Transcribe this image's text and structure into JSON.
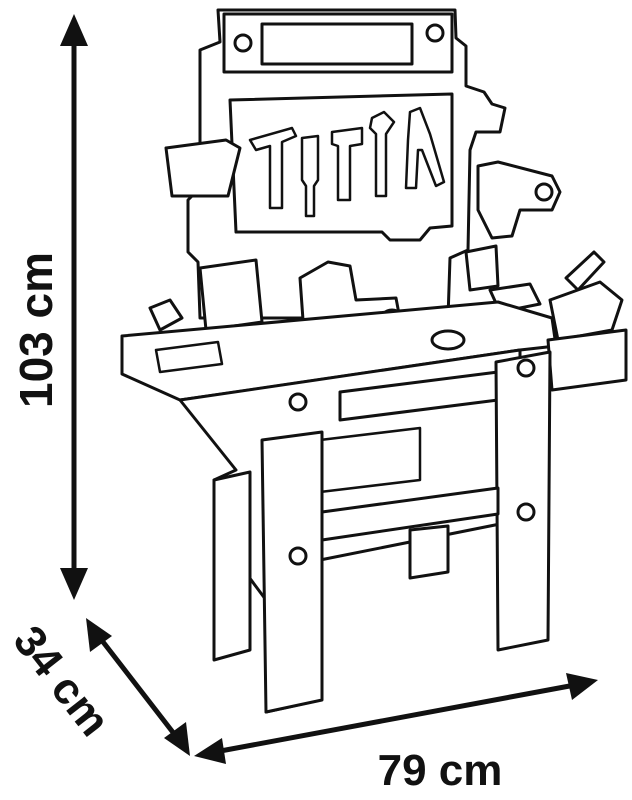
{
  "dimensions": {
    "height_label": "103 cm",
    "depth_label": "34 cm",
    "width_label": "79 cm"
  },
  "colors": {
    "line": "#111111",
    "background": "#ffffff"
  }
}
